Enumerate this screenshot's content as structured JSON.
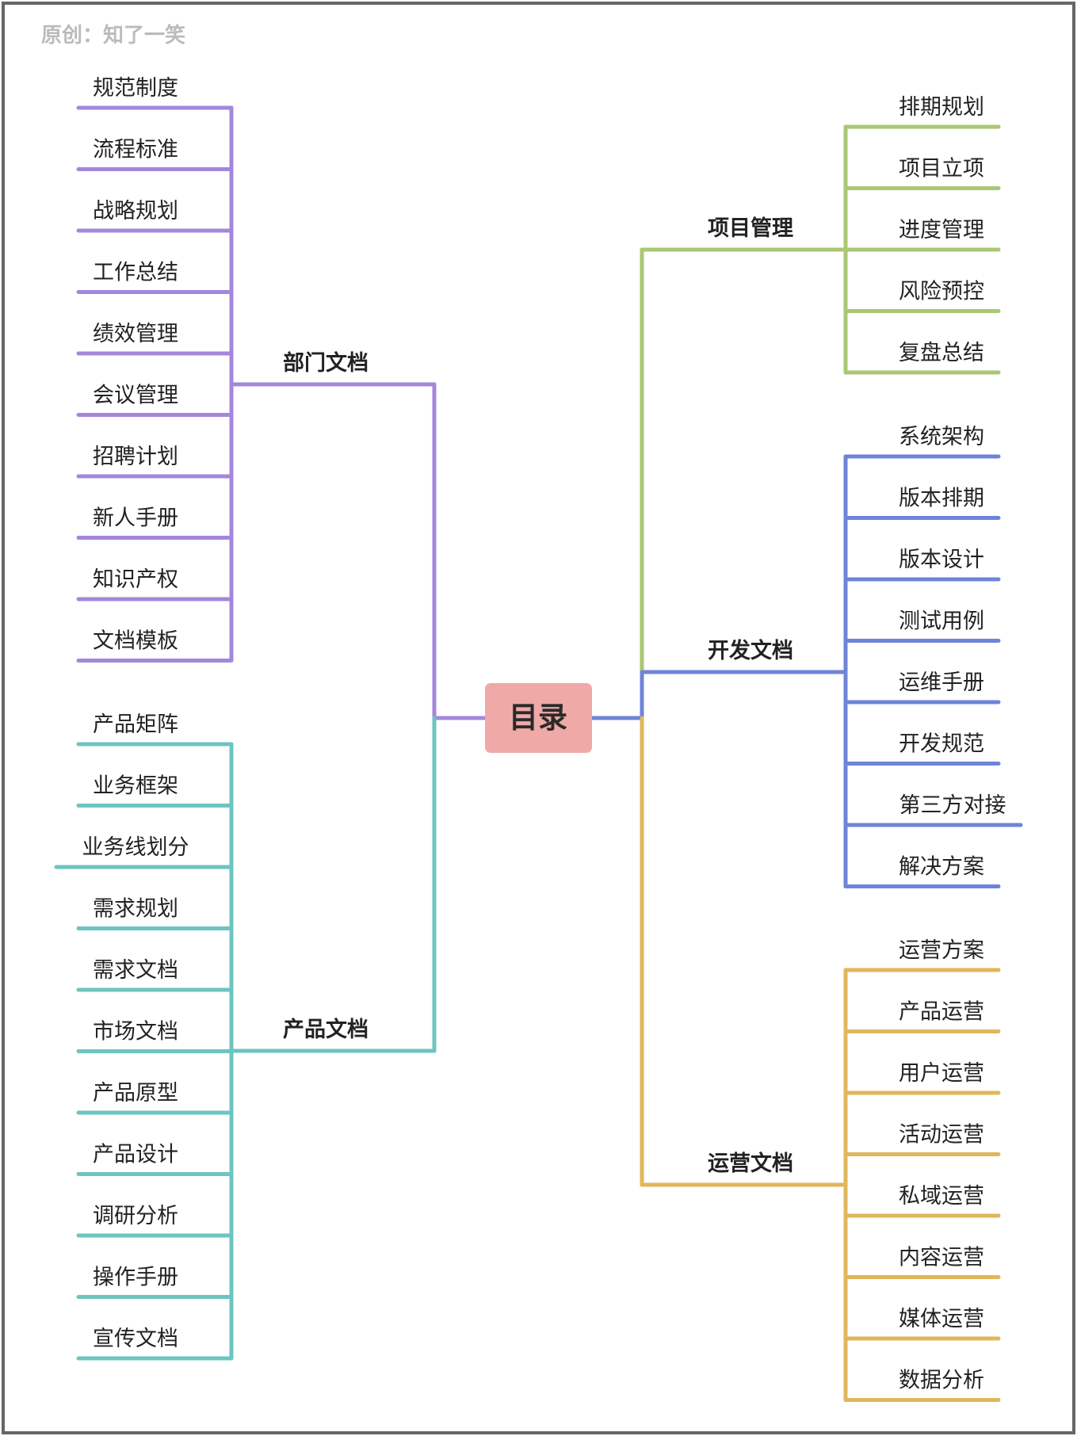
{
  "watermark": "原创：知了一笑",
  "root": {
    "label": "目录",
    "color": "#efa9a6"
  },
  "branches": [
    {
      "key": "dept",
      "label": "部门文档",
      "color": "#a487dc",
      "items": [
        "规范制度",
        "流程标准",
        "战略规划",
        "工作总结",
        "绩效管理",
        "会议管理",
        "招聘计划",
        "新人手册",
        "知识产权",
        "文档模板"
      ]
    },
    {
      "key": "product",
      "label": "产品文档",
      "color": "#6cc5c1",
      "items": [
        "产品矩阵",
        "业务框架",
        "业务线划分",
        "需求规划",
        "需求文档",
        "市场文档",
        "产品原型",
        "产品设计",
        "调研分析",
        "操作手册",
        "宣传文档"
      ]
    },
    {
      "key": "project",
      "label": "项目管理",
      "color": "#aac773",
      "items": [
        "排期规划",
        "项目立项",
        "进度管理",
        "风险预控",
        "复盘总结"
      ]
    },
    {
      "key": "dev",
      "label": "开发文档",
      "color": "#6e84d8",
      "items": [
        "系统架构",
        "版本排期",
        "版本设计",
        "测试用例",
        "运维手册",
        "开发规范",
        "第三方对接",
        "解决方案"
      ]
    },
    {
      "key": "ops",
      "label": "运营文档",
      "color": "#e0b75c",
      "items": [
        "运营方案",
        "产品运营",
        "用户运营",
        "活动运营",
        "私域运营",
        "内容运营",
        "媒体运营",
        "数据分析"
      ]
    }
  ]
}
